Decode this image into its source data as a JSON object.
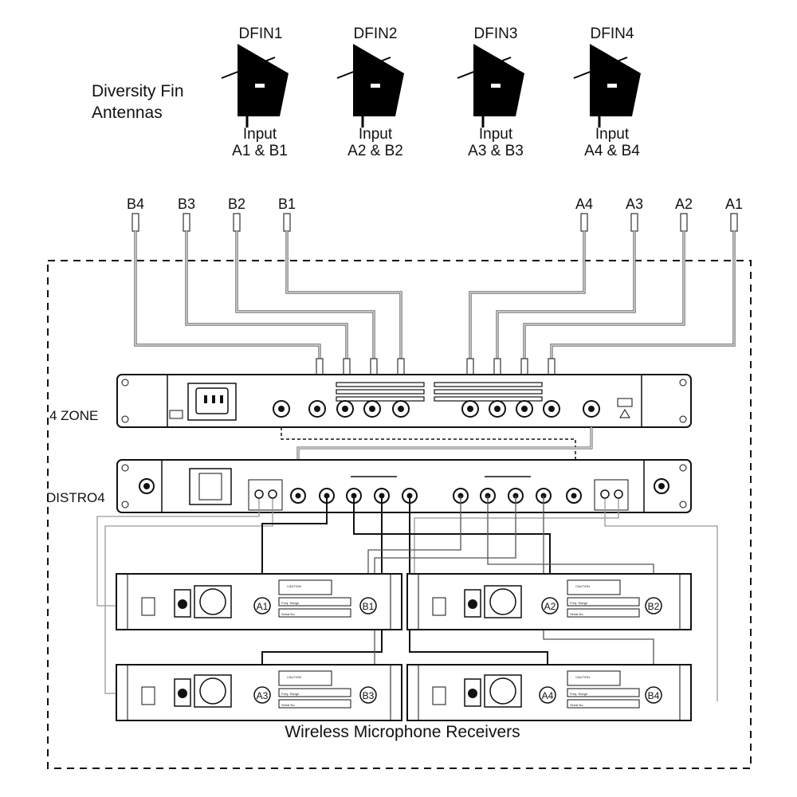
{
  "antennas_title_line1": "Diversity Fin",
  "antennas_title_line2": "Antennas",
  "antennas": [
    {
      "name": "DFIN1",
      "input_line1": "Input",
      "input_line2": "A1 & B1"
    },
    {
      "name": "DFIN2",
      "input_line1": "Input",
      "input_line2": "A2 & B2"
    },
    {
      "name": "DFIN3",
      "input_line1": "Input",
      "input_line2": "A3 & B3"
    },
    {
      "name": "DFIN4",
      "input_line1": "Input",
      "input_line2": "A4 & B4"
    }
  ],
  "cables": [
    "B4",
    "B3",
    "B2",
    "B1",
    "A4",
    "A3",
    "A2",
    "A1"
  ],
  "zone_label": "4 ZONE",
  "distro_label": "DISTRO4",
  "receivers": [
    {
      "a_port": "A1",
      "b_port": "B1"
    },
    {
      "a_port": "A2",
      "b_port": "B2"
    },
    {
      "a_port": "A3",
      "b_port": "B3"
    },
    {
      "a_port": "A4",
      "b_port": "B4"
    }
  ],
  "receiver_caution": "CAUTION",
  "receiver_freq": "Freq. Range",
  "receiver_serial": "Serial No.",
  "footer_label": "Wireless Microphone Receivers",
  "colors": {
    "line": "#111111",
    "cable": "#555555",
    "device": "#000000"
  }
}
